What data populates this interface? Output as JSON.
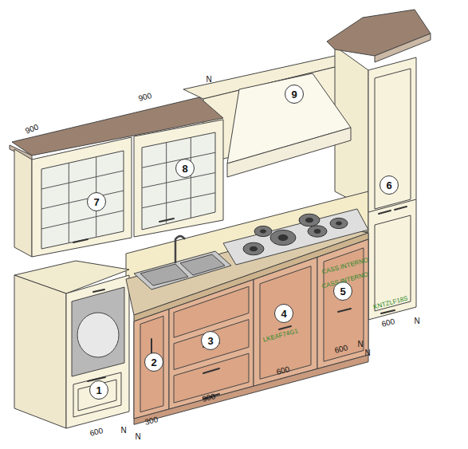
{
  "diagram": {
    "nodes": [
      {
        "text": [
          "9"
        ]
      },
      {
        "text": [
          "8"
        ]
      },
      {
        "text": [
          "6"
        ]
      },
      {
        "text": [
          "7"
        ]
      },
      {
        "text": [
          "5"
        ]
      },
      {
        "text": [
          "4"
        ]
      },
      {
        "text": [
          "3"
        ]
      },
      {
        "text": [
          "2"
        ]
      },
      {
        "text": [
          "1"
        ]
      }
    ],
    "labels": [
      "900",
      "900",
      "N",
      "CASS.INTERNO",
      "CASS.INTERNO",
      "KNTZLF18S",
      "LKEAF74G1",
      "N",
      "600",
      "N",
      "600",
      "N",
      "600",
      "900",
      "300",
      "600",
      "N",
      "N"
    ]
  }
}
